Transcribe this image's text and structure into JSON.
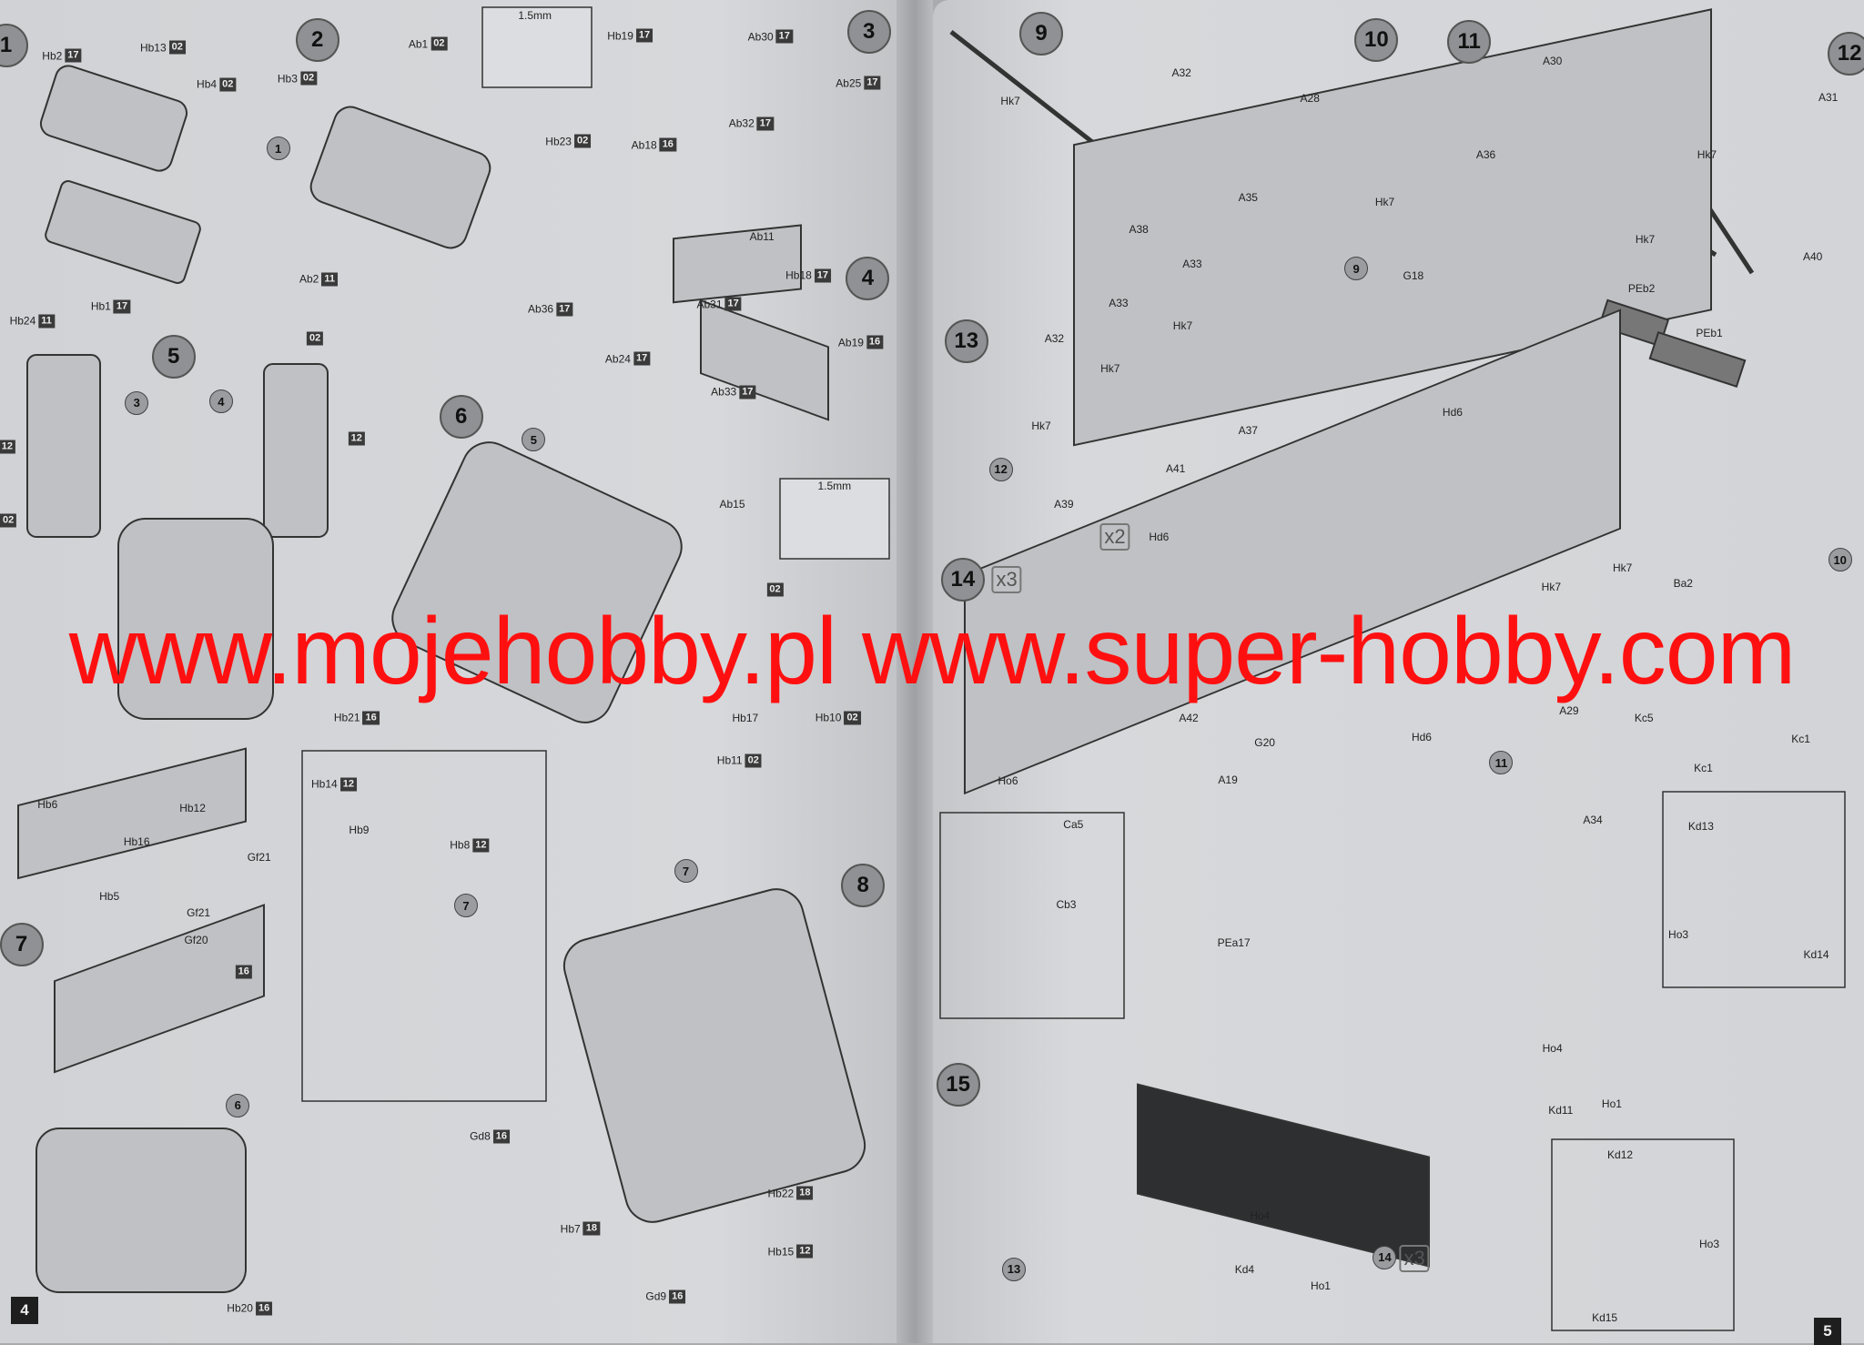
{
  "watermark": "www.mojehobby.pl www.super-hobby.com",
  "page_numbers": {
    "left": "4",
    "right": "5"
  },
  "steps": [
    "1",
    "2",
    "3",
    "4",
    "5",
    "6",
    "7",
    "8",
    "9",
    "10",
    "11",
    "12",
    "13",
    "14",
    "15"
  ],
  "multipliers": [
    "x3",
    "x3",
    "x2"
  ],
  "refs": [
    "1",
    "3",
    "4",
    "5",
    "7",
    "7",
    "6",
    "9",
    "12",
    "10",
    "11",
    "13",
    "14"
  ],
  "labels": [
    {
      "text": "Hb2",
      "badge": "17"
    },
    {
      "text": "Hb13",
      "badge": "02"
    },
    {
      "text": "Hb4",
      "badge": "02"
    },
    {
      "text": "Hb1",
      "badge": "17"
    },
    {
      "text": "Hb24",
      "badge": "11"
    },
    {
      "text": "Ab1",
      "badge": "02"
    },
    {
      "text": "Hb3",
      "badge": "02"
    },
    {
      "text": "Hb23",
      "badge": "02"
    },
    {
      "text": "Ab2",
      "badge": "11"
    },
    {
      "text": "Ab36",
      "badge": "17"
    },
    {
      "text": "Hb19",
      "badge": "17"
    },
    {
      "text": "Ab30",
      "badge": "17"
    },
    {
      "text": "Ab25",
      "badge": "17"
    },
    {
      "text": "Ab32",
      "badge": "17"
    },
    {
      "text": "Ab18",
      "badge": "16"
    },
    {
      "text": "Ab11",
      "badge": ""
    },
    {
      "text": "Hb18",
      "badge": "17"
    },
    {
      "text": "Ab31",
      "badge": "17"
    },
    {
      "text": "Ab19",
      "badge": "16"
    },
    {
      "text": "Ab24",
      "badge": "17"
    },
    {
      "text": "Ab33",
      "badge": "17"
    },
    {
      "text": "Ab15",
      "badge": ""
    },
    {
      "text": "",
      "badge": "02"
    },
    {
      "text": "",
      "badge": "12"
    },
    {
      "text": "",
      "badge": "02"
    },
    {
      "text": "",
      "badge": "12"
    },
    {
      "text": "Hb21",
      "badge": "16"
    },
    {
      "text": "Hb17",
      "badge": ""
    },
    {
      "text": "Hb10",
      "badge": "02"
    },
    {
      "text": "Hb11",
      "badge": "02"
    },
    {
      "text": "",
      "badge": "02"
    },
    {
      "text": "Hb6",
      "badge": ""
    },
    {
      "text": "Hb12",
      "badge": ""
    },
    {
      "text": "Hb16",
      "badge": ""
    },
    {
      "text": "Gf21",
      "badge": ""
    },
    {
      "text": "Hb5",
      "badge": ""
    },
    {
      "text": "Gf21",
      "badge": ""
    },
    {
      "text": "Gf20",
      "badge": ""
    },
    {
      "text": "",
      "badge": "16"
    },
    {
      "text": "Hb14",
      "badge": "12"
    },
    {
      "text": "Hb9",
      "badge": ""
    },
    {
      "text": "Hb8",
      "badge": "12"
    },
    {
      "text": "Gd8",
      "badge": "16"
    },
    {
      "text": "Hb22",
      "badge": "18"
    },
    {
      "text": "Hb7",
      "badge": "18"
    },
    {
      "text": "Hb15",
      "badge": "12"
    },
    {
      "text": "Gd9",
      "badge": "16"
    },
    {
      "text": "Hb20",
      "badge": "16"
    },
    {
      "text": "1.5mm",
      "badge": ""
    },
    {
      "text": "1.5mm",
      "badge": ""
    },
    {
      "text": "Hk7",
      "badge": ""
    },
    {
      "text": "A32",
      "badge": ""
    },
    {
      "text": "A38",
      "badge": ""
    },
    {
      "text": "A28",
      "badge": ""
    },
    {
      "text": "A35",
      "badge": ""
    },
    {
      "text": "Hk7",
      "badge": ""
    },
    {
      "text": "A30",
      "badge": ""
    },
    {
      "text": "A36",
      "badge": ""
    },
    {
      "text": "Hk7",
      "badge": ""
    },
    {
      "text": "Hk7",
      "badge": ""
    },
    {
      "text": "A31",
      "badge": ""
    },
    {
      "text": "A40",
      "badge": ""
    },
    {
      "text": "A33",
      "badge": ""
    },
    {
      "text": "G18",
      "badge": ""
    },
    {
      "text": "A33",
      "badge": ""
    },
    {
      "text": "Hk7",
      "badge": ""
    },
    {
      "text": "A32",
      "badge": ""
    },
    {
      "text": "Hk7",
      "badge": ""
    },
    {
      "text": "A37",
      "badge": ""
    },
    {
      "text": "Hk7",
      "badge": ""
    },
    {
      "text": "A41",
      "badge": ""
    },
    {
      "text": "A39",
      "badge": ""
    },
    {
      "text": "PEb2",
      "badge": ""
    },
    {
      "text": "PEb1",
      "badge": ""
    },
    {
      "text": "Hd6",
      "badge": ""
    },
    {
      "text": "Hd6",
      "badge": ""
    },
    {
      "text": "Ba2",
      "badge": ""
    },
    {
      "text": "Hk7",
      "badge": ""
    },
    {
      "text": "Hk7",
      "badge": ""
    },
    {
      "text": "Kc5",
      "badge": ""
    },
    {
      "text": "A42",
      "badge": ""
    },
    {
      "text": "Hd6",
      "badge": ""
    },
    {
      "text": "A29",
      "badge": ""
    },
    {
      "text": "Kc1",
      "badge": ""
    },
    {
      "text": "Kc1",
      "badge": ""
    },
    {
      "text": "Ho6",
      "badge": ""
    },
    {
      "text": "A34",
      "badge": ""
    },
    {
      "text": "G20",
      "badge": ""
    },
    {
      "text": "A19",
      "badge": ""
    },
    {
      "text": "Ca5",
      "badge": ""
    },
    {
      "text": "Cb3",
      "badge": ""
    },
    {
      "text": "PEa17",
      "badge": ""
    },
    {
      "text": "Kd13",
      "badge": ""
    },
    {
      "text": "Ho3",
      "badge": ""
    },
    {
      "text": "Kd14",
      "badge": ""
    },
    {
      "text": "Ho4",
      "badge": ""
    },
    {
      "text": "Kd11",
      "badge": ""
    },
    {
      "text": "Ho1",
      "badge": ""
    },
    {
      "text": "Kd12",
      "badge": ""
    },
    {
      "text": "Ho3",
      "badge": ""
    },
    {
      "text": "Kd15",
      "badge": ""
    },
    {
      "text": "Ho4",
      "badge": ""
    },
    {
      "text": "Kd4",
      "badge": ""
    },
    {
      "text": "Ho1",
      "badge": ""
    }
  ],
  "colors": {
    "watermark": "#ff1010",
    "page": "#d3d5d8",
    "badge": "#3a3a3a"
  }
}
